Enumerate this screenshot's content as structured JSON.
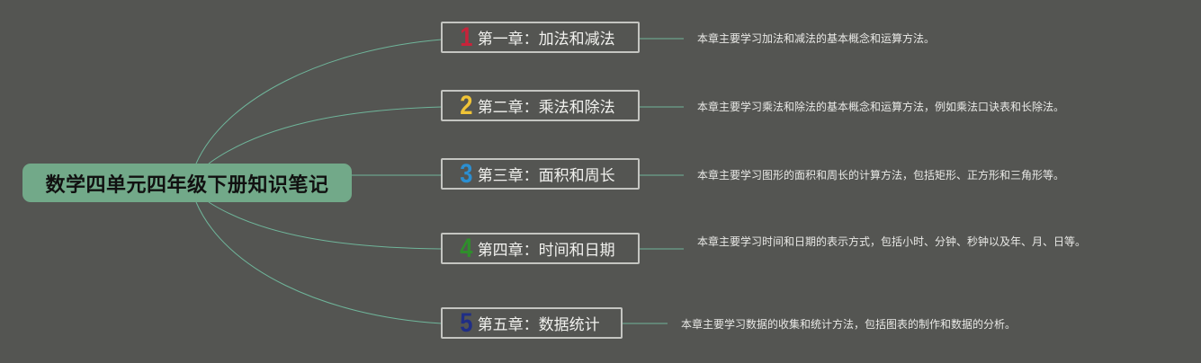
{
  "root": {
    "label": "数学四单元四年级下册知识笔记"
  },
  "chapters": [
    {
      "num": "1",
      "num_color": "#c8233a",
      "label": "第一章：加法和减法",
      "note": "本章主要学习加法和减法的基本概念和运算方法。"
    },
    {
      "num": "2",
      "num_color": "#f0c437",
      "label": "第二章：乘法和除法",
      "note": "本章主要学习乘法和除法的基本概念和运算方法，例如乘法口诀表和长除法。"
    },
    {
      "num": "3",
      "num_color": "#2b8fd2",
      "label": "第三章：面积和周长",
      "note": "本章主要学习图形的面积和周长的计算方法，包括矩形、正方形和三角形等。"
    },
    {
      "num": "4",
      "num_color": "#2f8e2c",
      "label": "第四章：时间和日期",
      "note": "本章主要学习时间和日期的表示方式，包括小时、分钟、秒钟以及年、月、日等。"
    },
    {
      "num": "5",
      "num_color": "#202e86",
      "label": "第五章：数据统计",
      "note": "本章主要学习数据的收集和统计方法，包括图表的制作和数据的分析。"
    }
  ],
  "colors": {
    "background": "#545552",
    "root_fill": "#72a989",
    "connector": "#6fb59a",
    "box_border": "#c4c5c1"
  }
}
